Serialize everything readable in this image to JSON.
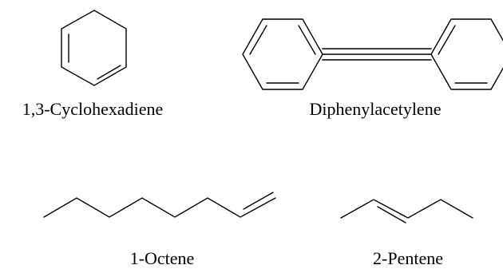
{
  "molecules": [
    {
      "name": "1,3-Cyclohexadiene"
    },
    {
      "name": "Diphenylacetylene"
    },
    {
      "name": "1-Octene"
    },
    {
      "name": "2-Pentene"
    }
  ],
  "colors": {
    "background": "#ffffff",
    "ink": "#000000"
  }
}
